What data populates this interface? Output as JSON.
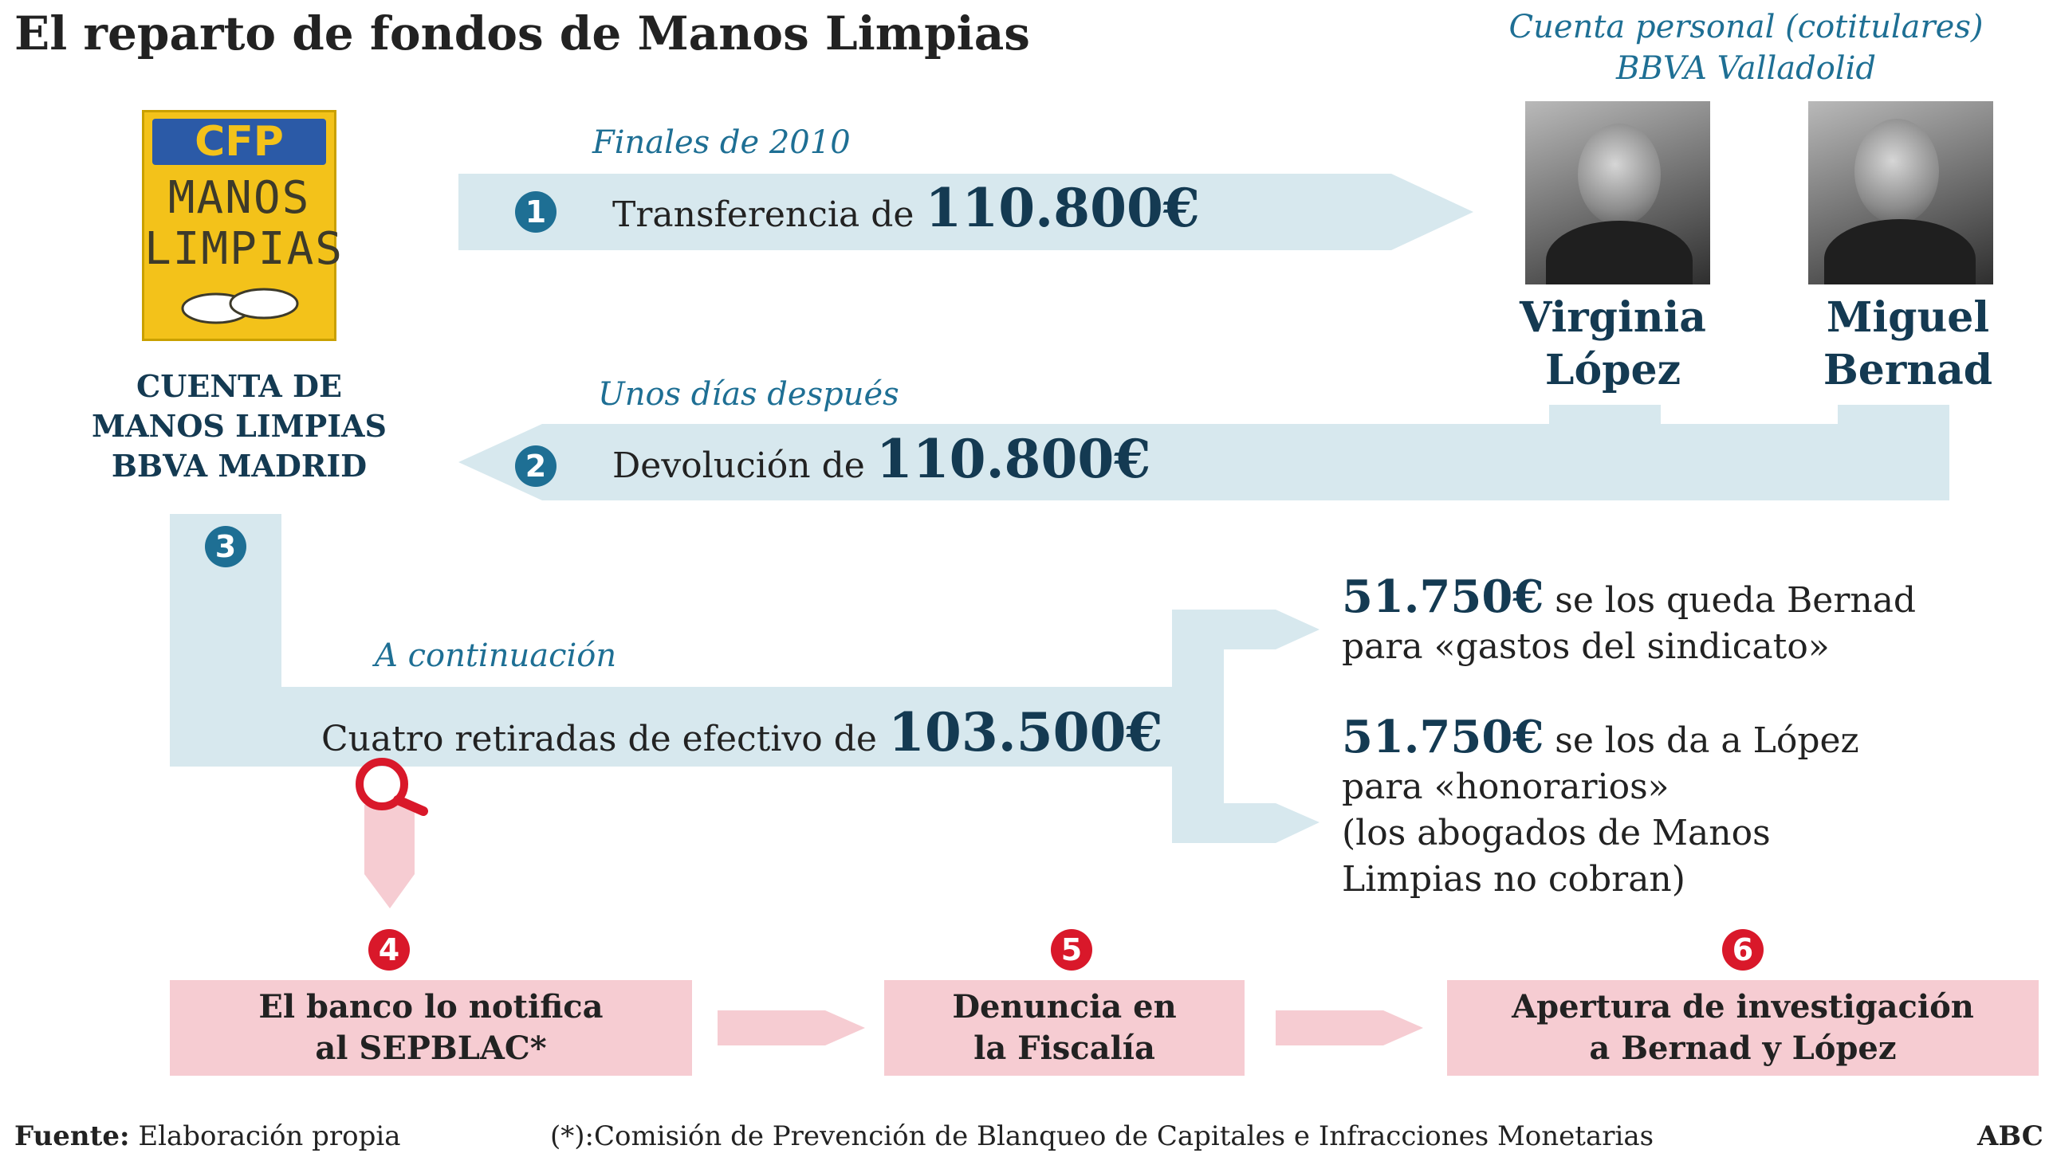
{
  "title": "El reparto de fondos de Manos Limpias",
  "logo": {
    "cfp": "CFP",
    "line1": "MANOS",
    "line2": "LIMPIAS"
  },
  "account_left": {
    "line1": "CUENTA DE",
    "line2": "MANOS LIMPIAS",
    "line3": "BBVA MADRID"
  },
  "account_right": {
    "line1": "Cuenta personal (cotitulares)",
    "line2": "BBVA Valladolid"
  },
  "persons": [
    {
      "first": "Virginia",
      "last": "López"
    },
    {
      "first": "Miguel",
      "last": "Bernad"
    }
  ],
  "steps": {
    "s1": {
      "num": "1",
      "when": "Finales de 2010",
      "label": "Transferencia de",
      "amount": "110.800€"
    },
    "s2": {
      "num": "2",
      "when": "Unos días después",
      "label": "Devolución de",
      "amount": "110.800€"
    },
    "s3": {
      "num": "3",
      "when": "A continuación",
      "label": "Cuatro retiradas de efectivo de",
      "amount": "103.500€"
    },
    "s4": {
      "num": "4",
      "line1": "El banco lo notifica",
      "line2": "al SEPBLAC*"
    },
    "s5": {
      "num": "5",
      "line1": "Denuncia en",
      "line2": "la Fiscalía"
    },
    "s6": {
      "num": "6",
      "line1": "Apertura de investigación",
      "line2": "a Bernad y López"
    }
  },
  "results": {
    "bernad": {
      "amount": "51.750€",
      "line1": "se los queda Bernad",
      "line2": "para «gastos del sindicato»"
    },
    "lopez": {
      "amount": "51.750€",
      "line1": "se los da a López",
      "line2": "para «honorarios»",
      "line3": "(los abogados de Manos",
      "line4": "Limpias no cobran)"
    }
  },
  "footer": {
    "source_label": "Fuente:",
    "source_value": "Elaboración propia",
    "note": "(*):Comisión de Prevención de Blanqueo de Capitales e Infracciones Monetarias",
    "brand": "ABC"
  },
  "colors": {
    "flow_blue": "#d7e8ee",
    "flow_pink": "#f6ccd2",
    "accent_blue": "#1e6f94",
    "accent_red": "#d9182a",
    "navy": "#143a52"
  }
}
